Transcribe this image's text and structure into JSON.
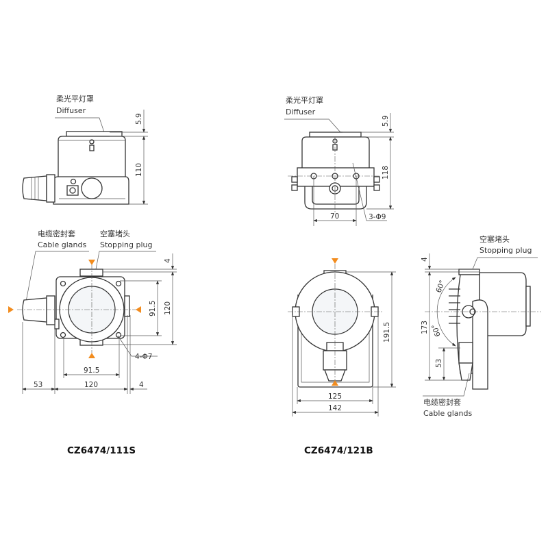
{
  "models": [
    {
      "name": "CZ6474/111S",
      "top_view": {
        "label_cn": "柔光平灯罩",
        "label_en": "Diffuser",
        "dims": {
          "diffuser": "5.9",
          "height": "110"
        }
      },
      "front_view": {
        "cable_glands_cn": "电缆密封套",
        "cable_glands_en": "Cable glands",
        "stopping_plug_cn": "空塞堵头",
        "stopping_plug_en": "Stopping plug",
        "dims": {
          "top": "4",
          "hole_v": "91.5",
          "height": "120",
          "holes": "4-Φ7",
          "hole_h": "91.5",
          "gland": "53",
          "width": "120",
          "side": "4"
        }
      }
    },
    {
      "name": "CZ6474/121B",
      "top_view": {
        "label_cn": "柔光平灯罩",
        "label_en": "Diffuser",
        "dims": {
          "diffuser": "5.9",
          "height": "118",
          "hole_spacing": "70",
          "holes": "3-Φ9"
        }
      },
      "front_view": {
        "dims": {
          "height": "191.5",
          "inner_width": "125",
          "outer_width": "142"
        }
      },
      "side_view": {
        "stopping_plug_cn": "空塞堵头",
        "stopping_plug_en": "Stopping plug",
        "cable_glands_cn": "电缆密封套",
        "cable_glands_en": "Cable glands",
        "dims": {
          "top": "4",
          "height": "173",
          "gland": "53",
          "angle_up": "60°",
          "angle_down": "60°"
        }
      }
    }
  ],
  "colors": {
    "marker": "#f28c1e",
    "line": "#333333"
  }
}
